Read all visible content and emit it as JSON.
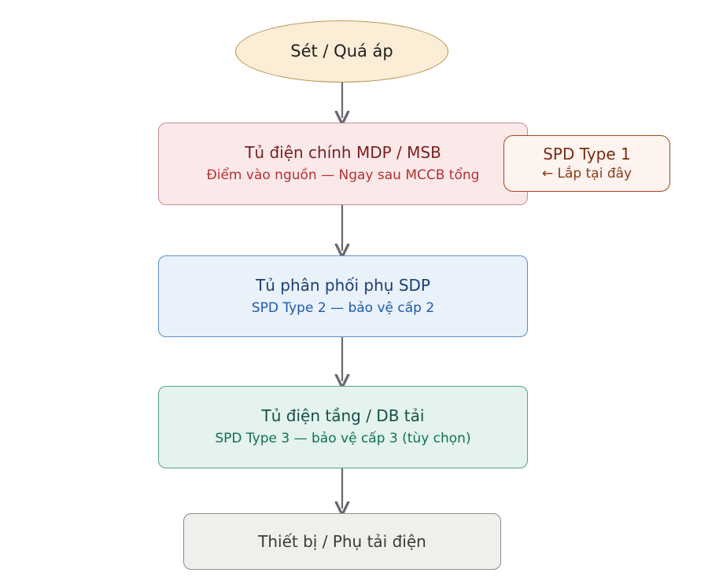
{
  "diagram": {
    "type": "flowchart",
    "orientation": "top-to-bottom",
    "background": "#ffffff",
    "nodes": [
      {
        "id": "start",
        "shape": "ellipse",
        "title": "Sét / Quá áp",
        "sub": "",
        "fill": "#fbedd6",
        "stroke": "#b4914e",
        "text_color": "#1f1f1f"
      },
      {
        "id": "mdp",
        "shape": "rounded-rect",
        "title": "Tủ điện chính MDP / MSB",
        "sub": "Điểm vào nguồn — Ngay sau MCCB tổng",
        "fill": "#fbe9ea",
        "stroke": "#c98b90",
        "text_color": "#7d1d1d",
        "sub_color": "#b5312f"
      },
      {
        "id": "sdp",
        "shape": "rounded-rect",
        "title": "Tủ phân phối phụ SDP",
        "sub": "SPD Type 2 — bảo vệ cấp 2",
        "fill": "#e9f1fb",
        "stroke": "#5b8fc4",
        "text_color": "#1b3f74",
        "sub_color": "#1f5ba8"
      },
      {
        "id": "db",
        "shape": "rounded-rect",
        "title": "Tủ điện tầng / DB tải",
        "sub": "SPD Type 3 — bảo vệ cấp 3 (tùy chọn)",
        "fill": "#e4f3ec",
        "stroke": "#56a186",
        "text_color": "#14504a",
        "sub_color": "#117056"
      },
      {
        "id": "load",
        "shape": "rounded-rect",
        "title": "Thiết bị / Phụ tải điện",
        "sub": "",
        "fill": "#f0efec",
        "stroke": "#8c8c8c",
        "text_color": "#3a3a3a"
      },
      {
        "id": "annotation",
        "shape": "rounded-rect-callout",
        "title": "SPD Type 1",
        "sub": "← Lắp tại đây",
        "fill": "#fdf3ef",
        "stroke": "#a54a20",
        "text_color": "#7a2d10",
        "sub_color": "#8c3a16"
      }
    ],
    "edges": [
      {
        "from": "start",
        "to": "mdp",
        "style": "solid-arrow",
        "color": "#666a6e"
      },
      {
        "from": "mdp",
        "to": "sdp",
        "style": "solid-arrow",
        "color": "#666a6e"
      },
      {
        "from": "sdp",
        "to": "db",
        "style": "solid-arrow",
        "color": "#666a6e"
      },
      {
        "from": "db",
        "to": "load",
        "style": "solid-arrow",
        "color": "#666a6e"
      },
      {
        "from": "mdp",
        "to": "annotation",
        "style": "dashed",
        "color": "#9a9a9a"
      }
    ]
  }
}
